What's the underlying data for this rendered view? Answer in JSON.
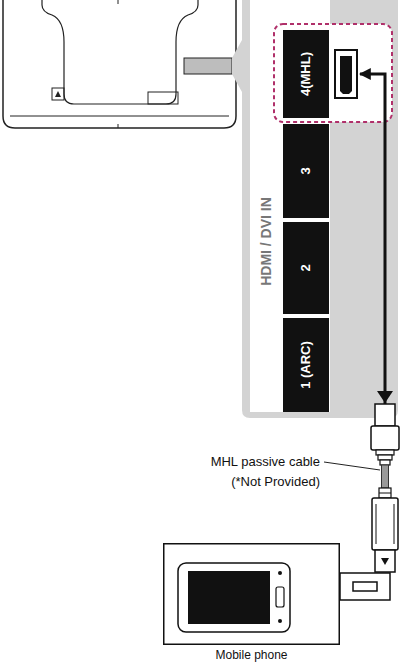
{
  "diagram": {
    "nodes": [
      {
        "text": [
          "HDMI / DVI IN"
        ]
      },
      {
        "text": [
          "4(MHL)"
        ],
        "in": 0
      },
      {
        "text": [
          "3"
        ],
        "in": 0
      },
      {
        "text": [
          "2"
        ],
        "in": 0
      },
      {
        "text": [
          "1 (ARC)"
        ],
        "in": 0
      },
      {
        "text": [
          "Mobile phone"
        ]
      }
    ],
    "edges": [
      {
        "from": 1,
        "to": 5,
        "arrow": "both"
      }
    ],
    "labels": [
      "MHL passive cable (*Not Provided)"
    ]
  }
}
